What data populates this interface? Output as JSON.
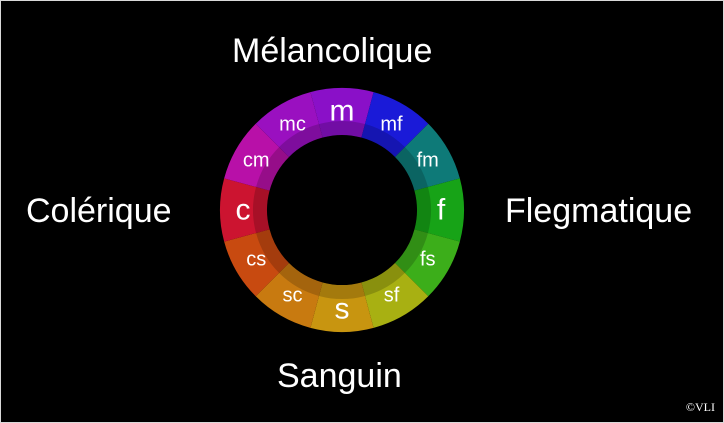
{
  "labels": {
    "top": "Mélancolique",
    "left": "Colérique",
    "right": "Flegmatique",
    "bottom": "Sanguin"
  },
  "copyright": "©VLI",
  "wheel": {
    "segments": [
      {
        "label": "m",
        "color": "#8a10c8",
        "major": true
      },
      {
        "label": "mf",
        "color": "#1a1ad8",
        "major": false
      },
      {
        "label": "fm",
        "color": "#0e7a78",
        "major": false
      },
      {
        "label": "f",
        "color": "#17a317",
        "major": true
      },
      {
        "label": "fs",
        "color": "#3cae1a",
        "major": false
      },
      {
        "label": "sf",
        "color": "#a8b012",
        "major": false
      },
      {
        "label": "s",
        "color": "#c89510",
        "major": true
      },
      {
        "label": "sc",
        "color": "#c87a10",
        "major": false
      },
      {
        "label": "cs",
        "color": "#c84a10",
        "major": false
      },
      {
        "label": "c",
        "color": "#cc1430",
        "major": true
      },
      {
        "label": "cm",
        "color": "#b810a8",
        "major": false
      },
      {
        "label": "mc",
        "color": "#9a10c0",
        "major": false
      }
    ]
  }
}
